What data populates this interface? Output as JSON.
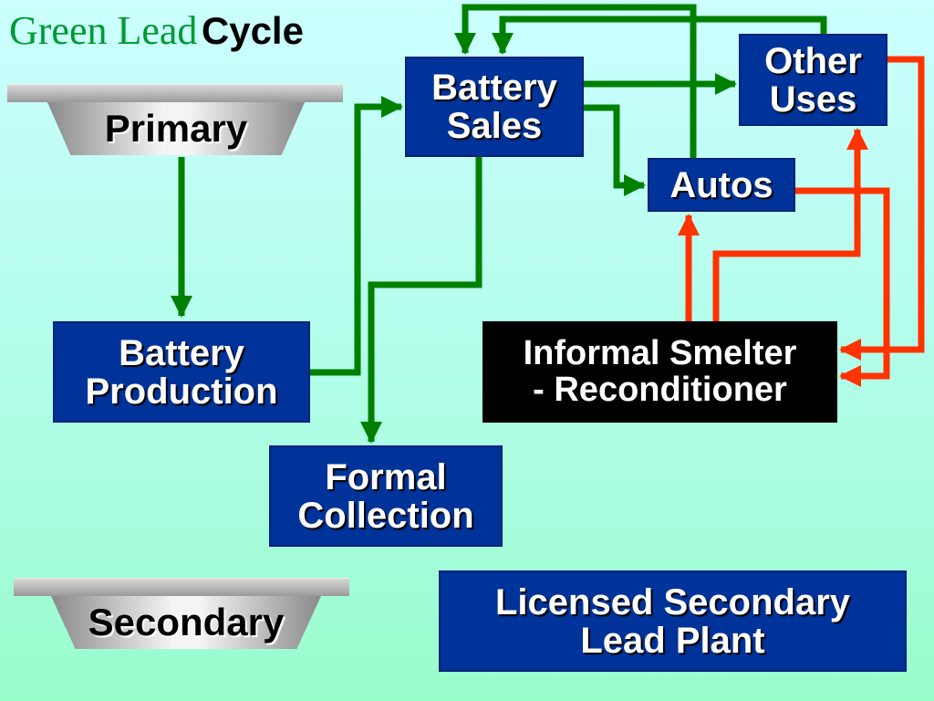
{
  "title": {
    "part1": "Green Lead",
    "part2": "Cycle"
  },
  "hoppers": {
    "primary": "Primary",
    "secondary": "Secondary"
  },
  "nodes": {
    "battery_sales": {
      "line1": "Battery",
      "line2": "Sales"
    },
    "other_uses": {
      "line1": "Other",
      "line2": "Uses"
    },
    "autos": {
      "line1": "Autos"
    },
    "battery_production": {
      "line1": "Battery",
      "line2": "Production"
    },
    "informal_smelter": {
      "line1": "Informal Smelter",
      "line2": "- Reconditioner"
    },
    "formal_collection": {
      "line1": "Formal",
      "line2": "Collection"
    },
    "licensed_plant": {
      "line1": "Licensed Secondary",
      "line2": "Lead Plant"
    }
  },
  "colors": {
    "background_top": "#ccffff",
    "background_bottom": "#99fccb",
    "node_blue": "#003399",
    "node_black": "#000000",
    "green_flow": "#008000",
    "red_flow": "#ff3300",
    "title_green": "#009933"
  },
  "flows": [
    {
      "from": "Primary",
      "to": "Battery Production",
      "color": "green"
    },
    {
      "from": "Battery Production",
      "to": "Battery Sales",
      "color": "green"
    },
    {
      "from": "Battery Sales",
      "to": "Other Uses",
      "color": "green"
    },
    {
      "from": "Battery Sales",
      "to": "Autos",
      "color": "green"
    },
    {
      "from": "Autos",
      "to": "Battery Sales",
      "color": "green"
    },
    {
      "from": "Other Uses",
      "to": "Battery Sales",
      "color": "green"
    },
    {
      "from": "Battery Sales",
      "to": "Formal Collection",
      "color": "green"
    },
    {
      "from": "Informal Smelter - Reconditioner",
      "to": "Autos",
      "color": "red"
    },
    {
      "from": "Informal Smelter - Reconditioner",
      "to": "Other Uses",
      "color": "red"
    },
    {
      "from": "Other Uses",
      "to": "Informal Smelter - Reconditioner",
      "color": "red"
    },
    {
      "from": "Autos",
      "to": "Informal Smelter - Reconditioner",
      "color": "red"
    }
  ]
}
